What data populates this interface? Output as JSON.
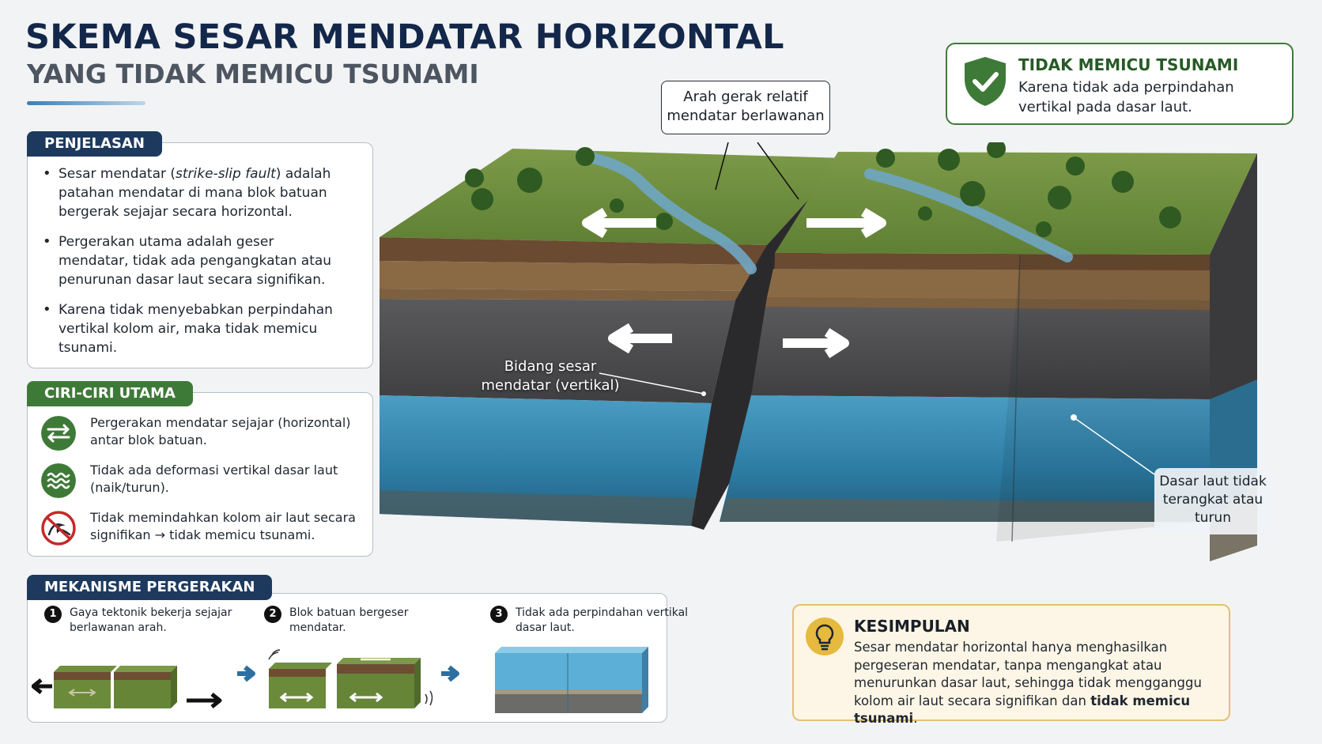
{
  "title": {
    "main": "SKEMA SESAR MENDATAR HORIZONTAL",
    "sub": "YANG TIDAK MEMICU TSUNAMI"
  },
  "explanation": {
    "heading": "PENJELASAN",
    "items": [
      {
        "pre": "Sesar mendatar (",
        "em": "strike-slip fault",
        "post": ") adalah patahan mendatar di mana blok batuan bergerak sejajar secara horizontal."
      },
      {
        "pre": "Pergerakan utama adalah geser mendatar, tidak ada pengangkatan atau penurunan dasar laut secara signifikan.",
        "em": "",
        "post": ""
      },
      {
        "pre": "Karena tidak menyebabkan perpindahan vertikal kolom air, maka tidak memicu tsunami.",
        "em": "",
        "post": ""
      }
    ]
  },
  "features": {
    "heading": "CIRI-CIRI UTAMA",
    "items": [
      {
        "icon": "horizontal-arrows-icon",
        "text": "Pergerakan mendatar sejajar (horizontal) antar blok batuan."
      },
      {
        "icon": "waves-icon",
        "text": "Tidak ada deformasi vertikal dasar laut (naik/turun)."
      },
      {
        "icon": "no-tsunami-icon",
        "text": "Tidak memindahkan kolom air laut secara signifikan → tidak memicu tsunami."
      }
    ]
  },
  "mechanism": {
    "heading": "MEKANISME PERGERAKAN",
    "steps": [
      {
        "num": "1",
        "text": "Gaya tektonik bekerja sejajar berlawanan arah."
      },
      {
        "num": "2",
        "text": "Blok batuan bergeser mendatar."
      },
      {
        "num": "3",
        "text": "Tidak ada perpindahan vertikal dasar laut."
      }
    ]
  },
  "diagram": {
    "motion_callout": "Arah gerak relatif mendatar berlawanan",
    "fault_plane_label": "Bidang sesar mendatar (vertikal)",
    "seafloor_label": "Dasar laut tidak terangkat atau turun"
  },
  "safe_box": {
    "title": "TIDAK MEMICU TSUNAMI",
    "text": "Karena tidak ada perpindahan vertikal pada dasar laut.",
    "icon": "shield-check-icon"
  },
  "conclusion": {
    "title": "KESIMPULAN",
    "text_main": "Sesar mendatar horizontal hanya menghasilkan pergeseran mendatar, tanpa mengangkat atau menurunkan dasar laut, sehingga tidak mengganggu kolom air laut secara signifikan dan ",
    "text_bold": "tidak memicu tsunami",
    "text_end": ".",
    "icon": "lightbulb-icon"
  },
  "colors": {
    "navy": "#1d3a5e",
    "green": "#3e7a37",
    "grass": "#6f8f3e",
    "soil": "#7a5a3c",
    "rock": "#4b4b4e",
    "water": "#2d7fa8",
    "gold": "#e2c173"
  }
}
